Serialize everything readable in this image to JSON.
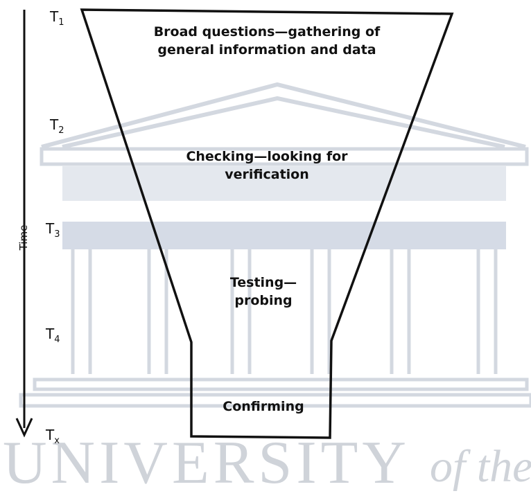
{
  "watermark": {
    "university": "UNIVERSITY",
    "of_the": "of the"
  },
  "axis": {
    "label": "Time"
  },
  "time_markers": [
    {
      "letter": "T",
      "sub": "1"
    },
    {
      "letter": "T",
      "sub": "2"
    },
    {
      "letter": "T",
      "sub": "3"
    },
    {
      "letter": "T",
      "sub": "4"
    },
    {
      "letter": "T",
      "sub": "x"
    }
  ],
  "stages": {
    "broad": [
      "Broad questions—gathering of",
      "general information and data"
    ],
    "checking": [
      "Checking—looking for",
      "verification"
    ],
    "testing": [
      "Testing—",
      "probing"
    ],
    "confirming": [
      "Confirming"
    ]
  },
  "colors": {
    "line": "#111111",
    "watermark": "#cfd3d9",
    "watermark_band": "#d5dbe6"
  }
}
